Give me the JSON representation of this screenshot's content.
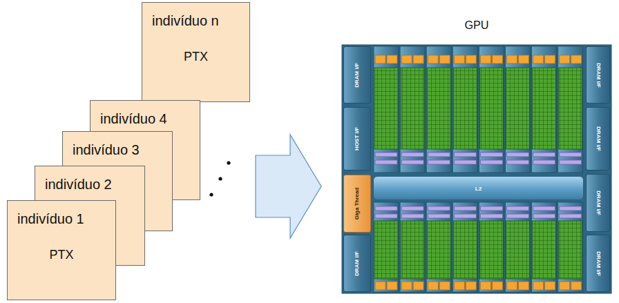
{
  "diagram": {
    "nodes": [
      {
        "text": [
          "indivíduo 1",
          "PTX"
        ]
      },
      {
        "text": [
          "indivíduo 2"
        ]
      },
      {
        "text": [
          "indivíduo 3"
        ]
      },
      {
        "text": [
          "indivíduo 4"
        ]
      },
      {
        "text": [
          "indivíduo n",
          "PTX"
        ]
      },
      {
        "text": [
          "GPU"
        ]
      },
      {
        "text": [
          "DRAM I/F"
        ],
        "in": 5
      },
      {
        "text": [
          "HOST I/F"
        ],
        "in": 5
      },
      {
        "text": [
          "Giga Thread"
        ],
        "in": 5
      },
      {
        "text": [
          "DRAM I/F"
        ],
        "in": 5
      },
      {
        "text": [
          "L2"
        ],
        "in": 5
      },
      {
        "text": [
          "DRAM I/F"
        ],
        "in": 5
      },
      {
        "text": [
          "DRAM I/F"
        ],
        "in": 5
      },
      {
        "text": [
          "DRAM I/F"
        ],
        "in": 5
      },
      {
        "text": [
          "DRAM I/F"
        ],
        "in": 5
      }
    ],
    "edges": [
      {
        "from": 3,
        "to": 5,
        "arrow": "to"
      }
    ]
  }
}
